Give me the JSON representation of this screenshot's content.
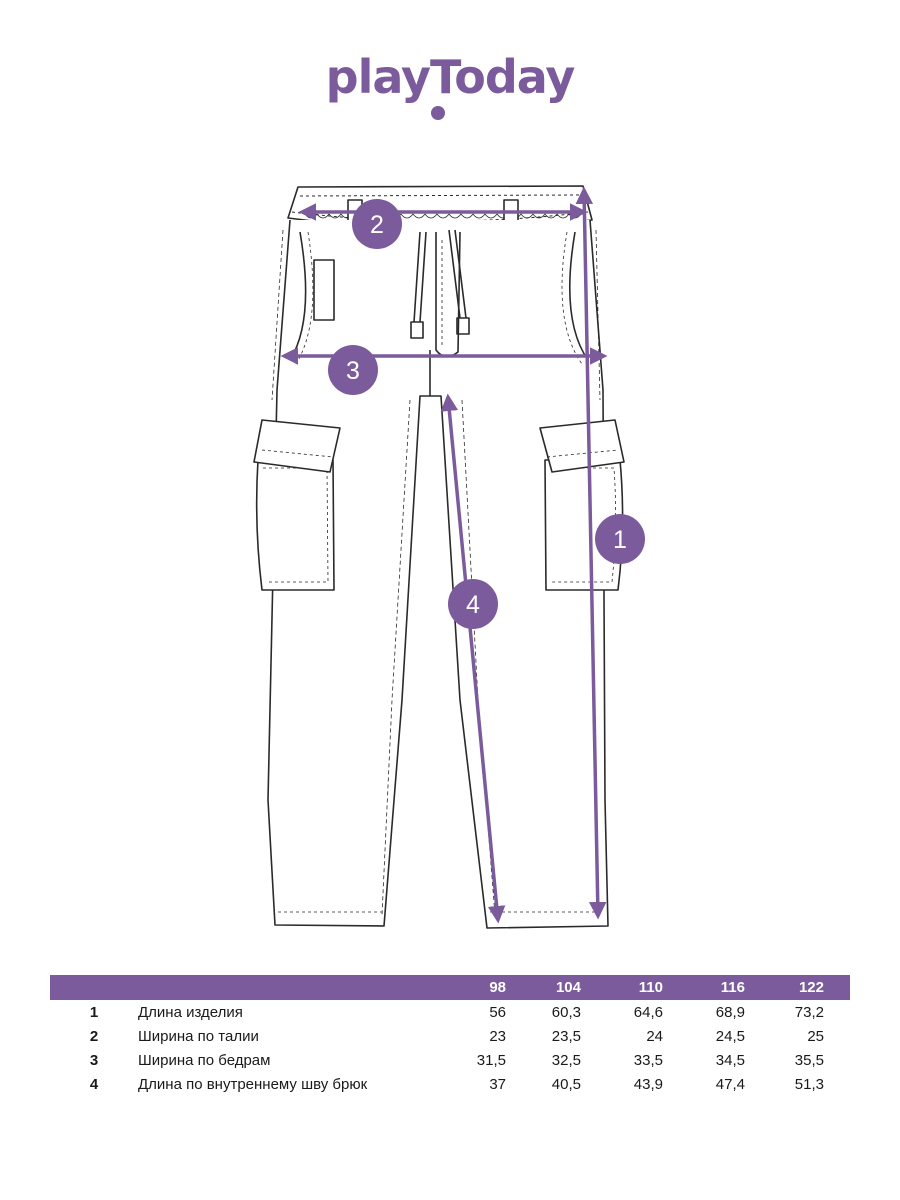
{
  "brand": {
    "name": "playToday",
    "color": "#7b5b9c"
  },
  "markers": [
    {
      "id": "1",
      "label": "1"
    },
    {
      "id": "2",
      "label": "2"
    },
    {
      "id": "3",
      "label": "3"
    },
    {
      "id": "4",
      "label": "4"
    }
  ],
  "table": {
    "sizes": [
      "98",
      "104",
      "110",
      "116",
      "122"
    ],
    "rows": [
      {
        "num": "1",
        "label": "Длина изделия",
        "values": [
          "56",
          "60,3",
          "64,6",
          "68,9",
          "73,2"
        ]
      },
      {
        "num": "2",
        "label": "Ширина по талии",
        "values": [
          "23",
          "23,5",
          "24",
          "24,5",
          "25"
        ]
      },
      {
        "num": "3",
        "label": "Ширина по бедрам",
        "values": [
          "31,5",
          "32,5",
          "33,5",
          "34,5",
          "35,5"
        ]
      },
      {
        "num": "4",
        "label": "Длина по внутреннему шву брюк",
        "values": [
          "37",
          "40,5",
          "43,9",
          "47,4",
          "51,3"
        ]
      }
    ]
  }
}
